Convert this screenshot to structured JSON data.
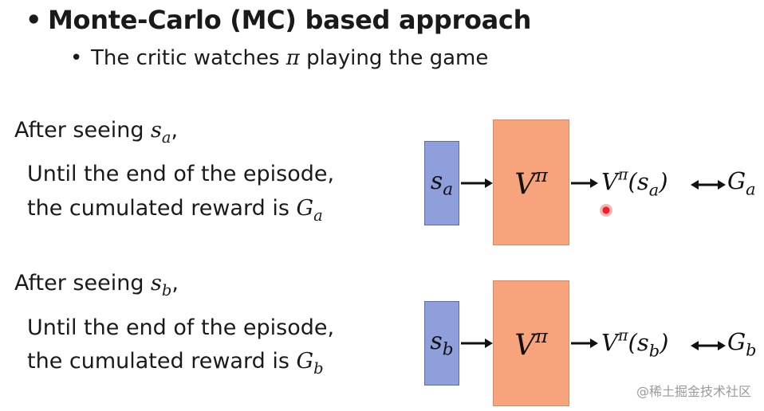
{
  "title": {
    "bullet": "•",
    "text": "Monte-Carlo (MC) based approach"
  },
  "subbullet": {
    "bullet": "•",
    "text": "The critic watches ",
    "symbol": "π",
    "text_after": " playing the game"
  },
  "example_a": {
    "line1_text": "After seeing ",
    "line1_var": "s",
    "line1_sub": "a",
    "line1_end": ",",
    "line2": "Until the end of the episode,",
    "line3_text": "the cumulated reward is ",
    "line3_var": "G",
    "line3_sub": "a",
    "input_var": "s",
    "input_sub": "a",
    "critic_var": "V",
    "critic_sup": "π",
    "output_var": "V",
    "output_sup": "π",
    "output_open": "(",
    "output_arg": "s",
    "output_arg_sub": "a",
    "output_close": ")",
    "target_var": "G",
    "target_sub": "a"
  },
  "example_b": {
    "line1_text": "After seeing ",
    "line1_var": "s",
    "line1_sub": "b",
    "line1_end": ",",
    "line2": "Until the end of the episode,",
    "line3_text": "the cumulated reward is ",
    "line3_var": "G",
    "line3_sub": "b",
    "input_var": "s",
    "input_sub": "b",
    "critic_var": "V",
    "critic_sup": "π",
    "output_var": "V",
    "output_sup": "π",
    "output_open": "(",
    "output_arg": "s",
    "output_arg_sub": "b",
    "output_close": ")",
    "target_var": "G",
    "target_sub": "b"
  },
  "watermark": "@稀土掘金技术社区",
  "colors": {
    "state_box": "#8e9fdc",
    "critic_box": "#f7a47c",
    "cursor": "#e8242b"
  }
}
